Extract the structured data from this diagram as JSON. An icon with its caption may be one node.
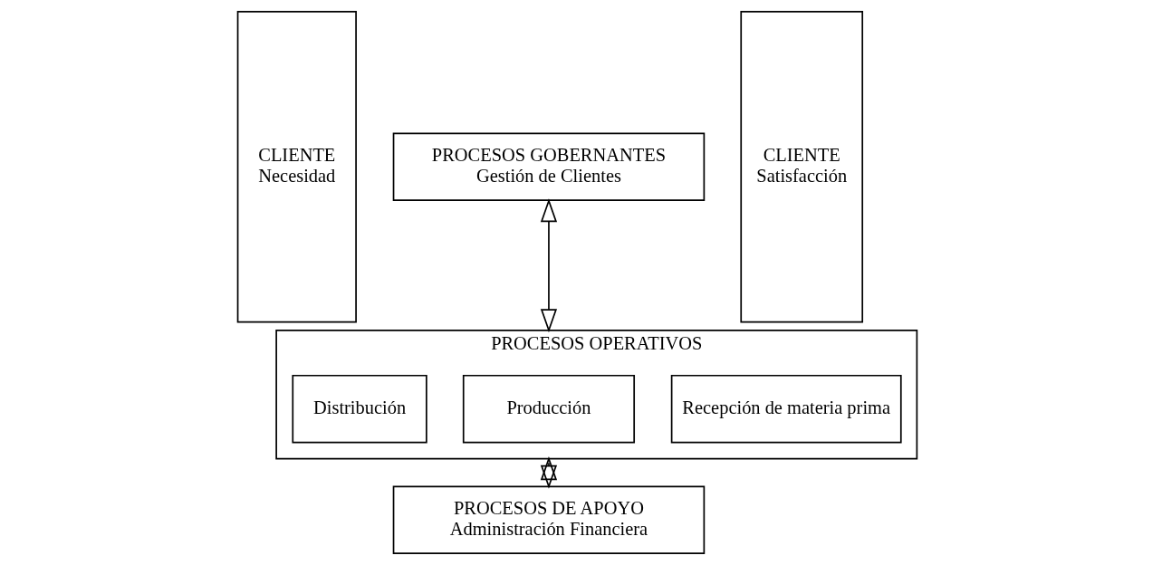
{
  "diagram": {
    "nodes": [
      {
        "text": [
          "CLIENTE",
          "Necesidad"
        ]
      },
      {
        "text": [
          "PROCESOS GOBERNANTES",
          "Gestión de Clientes"
        ]
      },
      {
        "text": [
          "PROCESOS OPERATIVOS"
        ]
      },
      {
        "text": [
          "Recepción de materia prima"
        ],
        "in": 2
      },
      {
        "text": [
          "Producción"
        ],
        "in": 2
      },
      {
        "text": [
          "Distribución"
        ],
        "in": 2
      },
      {
        "text": [
          "PROCESOS DE APOYO",
          "Administración Financiera"
        ]
      },
      {
        "text": [
          "CLIENTE",
          "Satisfacción"
        ]
      }
    ],
    "edges": [
      {
        "from": 1,
        "to": 2,
        "arrow": "both"
      },
      {
        "from": 2,
        "to": 6,
        "arrow": "both"
      }
    ]
  }
}
